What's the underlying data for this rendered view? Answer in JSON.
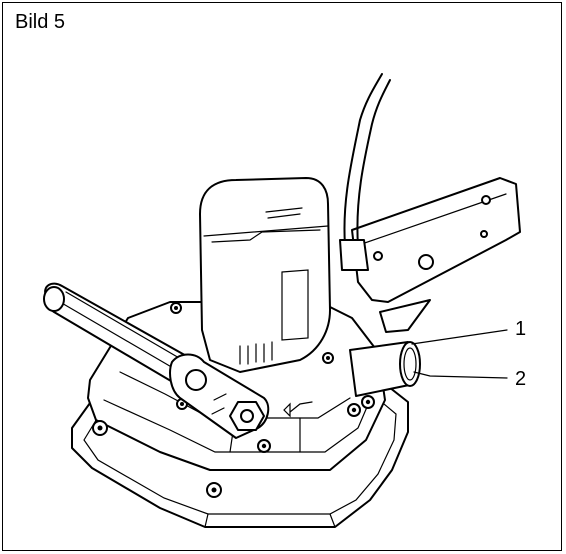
{
  "figure": {
    "title": "Bild 5",
    "callouts": [
      {
        "label": "1"
      },
      {
        "label": "2"
      }
    ]
  },
  "colors": {
    "ink": "#000000",
    "paper": "#ffffff"
  }
}
